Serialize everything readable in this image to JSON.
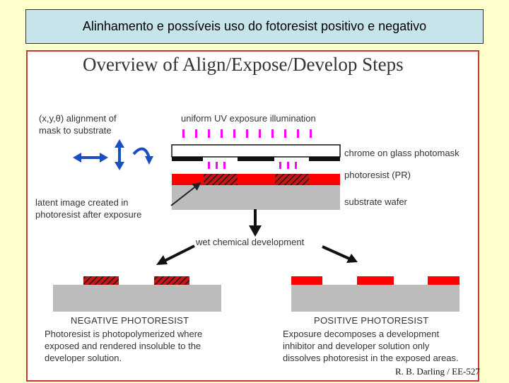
{
  "title": "Alinhamento e possíveis uso do fotoresist positivo e negativo",
  "diagram": {
    "heading": "Overview of Align/Expose/Develop Steps",
    "alignment_label_1": "(x,y,θ) alignment of",
    "alignment_label_2": "mask to substrate",
    "uv_label": "uniform UV exposure illumination",
    "photomask_label": "chrome on glass photomask",
    "photoresist_label": "photoresist (PR)",
    "substrate_label": "substrate wafer",
    "latent_label_1": "latent image created in",
    "latent_label_2": "photoresist after exposure",
    "development_label": "wet chemical development",
    "negative": {
      "title": "NEGATIVE PHOTORESIST",
      "line1": "Photoresist is photopolymerized where",
      "line2": "exposed and rendered insoluble to the",
      "line3": "developer solution."
    },
    "positive": {
      "title": "POSITIVE PHOTORESIST",
      "line1": "Exposure decomposes a development",
      "line2": "inhibitor and developer solution only",
      "line3": "dissolves photoresist in the exposed areas."
    },
    "credit": "R. B. Darling / EE-527",
    "colors": {
      "title_bg": "#c6e4ea",
      "background": "#ffffcc",
      "uv_arrows": "#ff00ff",
      "photoresist": "#ff0000",
      "substrate": "#bcbcbc",
      "chrome": "#111111",
      "alignment_arrows": "#1a4fc4"
    },
    "icons": [
      "left-right-arrow-icon",
      "up-down-arrow-icon",
      "rotation-arrow-icon",
      "down-arrow-icon"
    ]
  }
}
